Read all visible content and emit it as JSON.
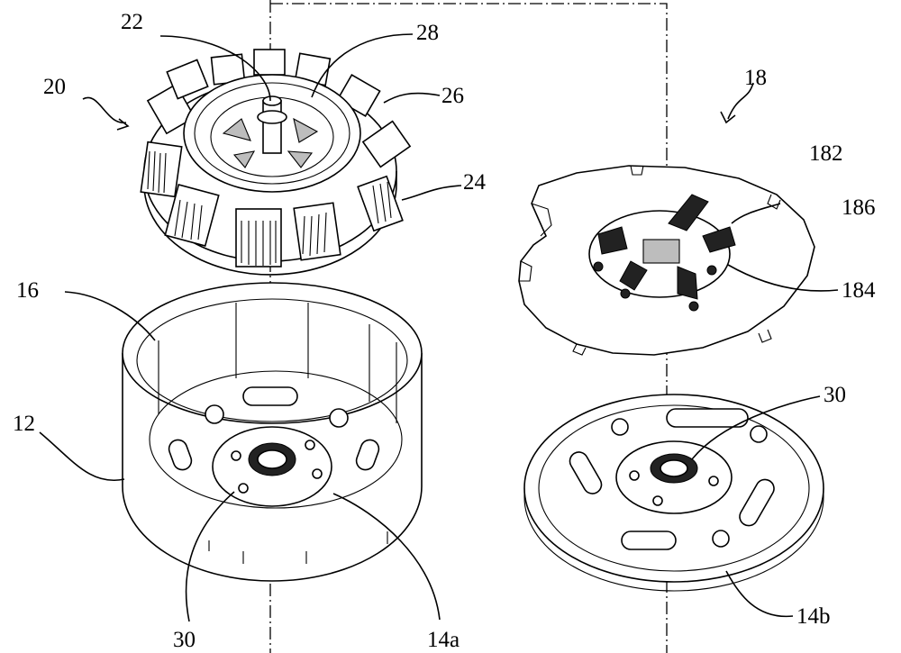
{
  "labels": {
    "l22": "22",
    "l28": "28",
    "l20": "20",
    "l26": "26",
    "l24": "24",
    "l18": "18",
    "l182": "182",
    "l186": "186",
    "l184": "184",
    "l16": "16",
    "l12": "12",
    "l30_right": "30",
    "l30_left": "30",
    "l14a": "14a",
    "l14b": "14b"
  },
  "components": {
    "stator": "20",
    "control_board": "18",
    "housing": "12",
    "front_cover": "14a",
    "rear_cover": "14b"
  }
}
